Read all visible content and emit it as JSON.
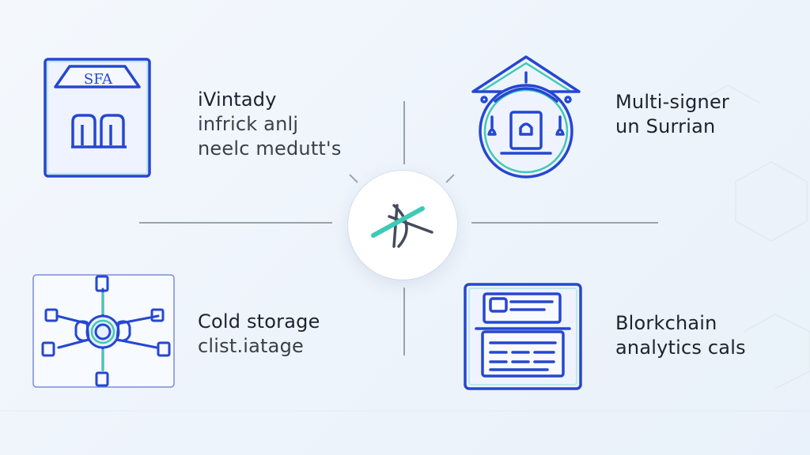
{
  "colors": {
    "primary": "#2547d0",
    "accent": "#3fc9b7",
    "line": "#9aa3ad"
  },
  "hub": {
    "icon": "crossed-tools-icon"
  },
  "quadrants": {
    "top_left": {
      "icon": "storefront-icon",
      "sign_text": "SFA",
      "lines": [
        "iVintady",
        "infrick anlj",
        "neelc medutt's"
      ]
    },
    "top_right": {
      "icon": "dome-building-icon",
      "lines": [
        "Multi-signer",
        "un Surrian"
      ]
    },
    "bottom_left": {
      "icon": "network-nodes-icon",
      "lines": [
        "Cold storage",
        "clist.iatage"
      ]
    },
    "bottom_right": {
      "icon": "dashboard-screen-icon",
      "lines": [
        "Blorkchain",
        "analytics cals"
      ]
    }
  }
}
